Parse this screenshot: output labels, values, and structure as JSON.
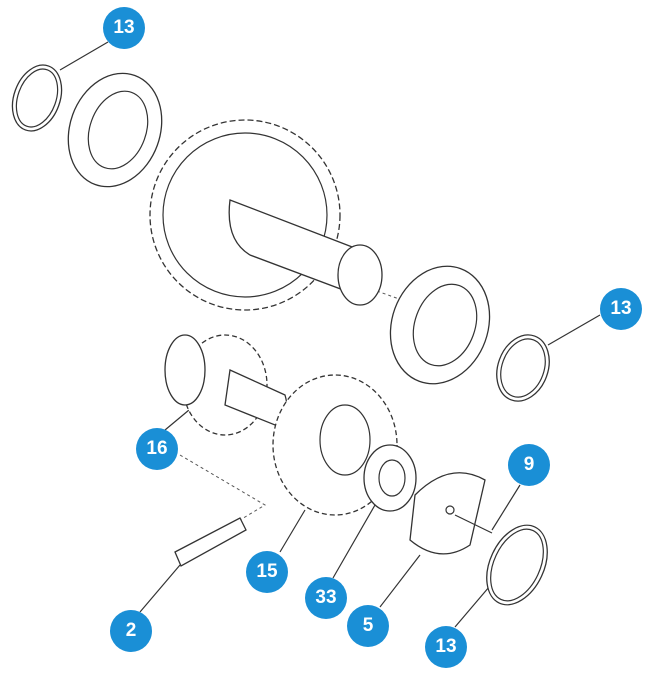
{
  "callouts": [
    {
      "label": "13",
      "part": "o-ring-top-left"
    },
    {
      "label": "13",
      "part": "o-ring-right"
    },
    {
      "label": "16",
      "part": "small-gear"
    },
    {
      "label": "9",
      "part": "pin"
    },
    {
      "label": "15",
      "part": "gear"
    },
    {
      "label": "33",
      "part": "bearing"
    },
    {
      "label": "5",
      "part": "cover-plate"
    },
    {
      "label": "2",
      "part": "key"
    },
    {
      "label": "13",
      "part": "o-ring-bottom"
    }
  ],
  "colors": {
    "badge": "#1a8fd6"
  }
}
